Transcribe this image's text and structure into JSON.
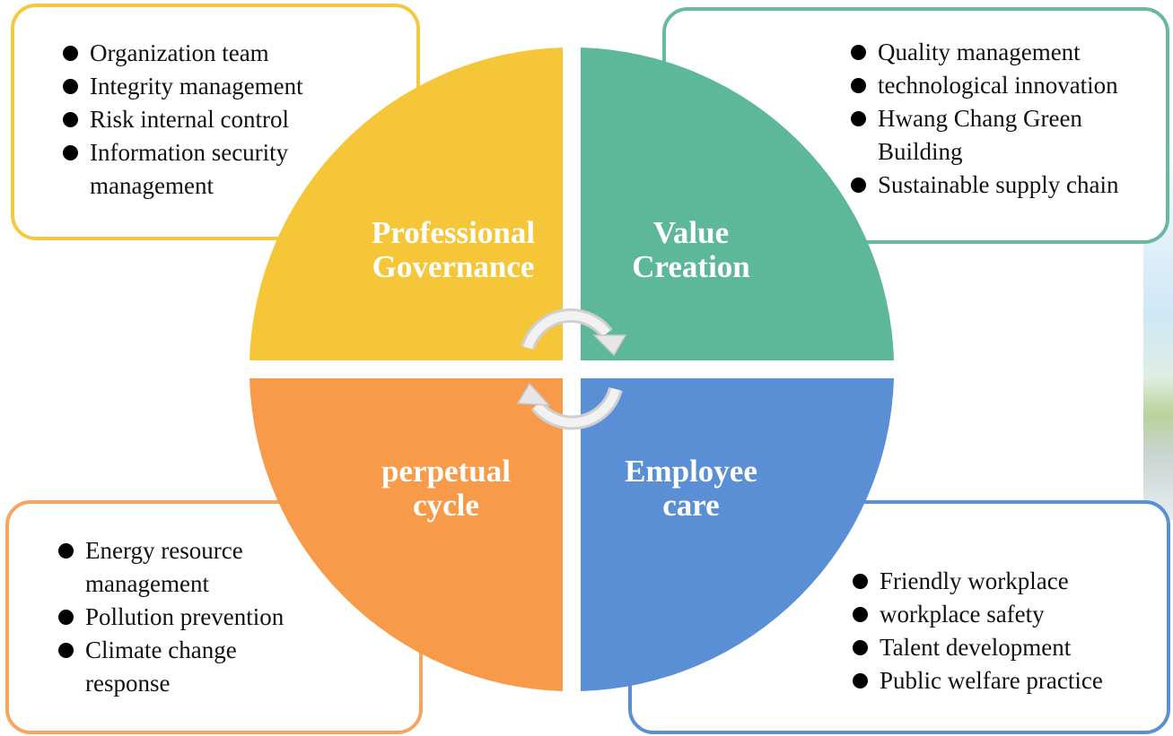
{
  "colors": {
    "governance": "#f5c842",
    "value": "#5db89a",
    "environment": "#f79a4a",
    "employee": "#5b8fd6",
    "arrow": "#e3e3e3"
  },
  "quadrants": {
    "governance": {
      "line1": "Professional",
      "line2": "Governance"
    },
    "value": {
      "line1": "Value",
      "line2": "Creation"
    },
    "environment": {
      "line1": "perpetual",
      "line2": "cycle"
    },
    "employee": {
      "line1": "Employee",
      "line2": "care"
    }
  },
  "boxes": {
    "governance": {
      "items": [
        "Organization team",
        "Integrity management",
        "Risk internal control",
        "Information security",
        "management"
      ]
    },
    "value": {
      "items": [
        "Quality management",
        "technological innovation",
        "Hwang Chang Green",
        "Building",
        "Sustainable supply chain"
      ]
    },
    "environment": {
      "items": [
        "Energy resource",
        "management",
        "Pollution prevention",
        "Climate change",
        "response"
      ]
    },
    "employee": {
      "items": [
        "Friendly workplace",
        "workplace safety",
        "Talent development",
        "Public welfare practice"
      ]
    }
  },
  "icons": {
    "cycle": "circular-arrows-icon"
  }
}
